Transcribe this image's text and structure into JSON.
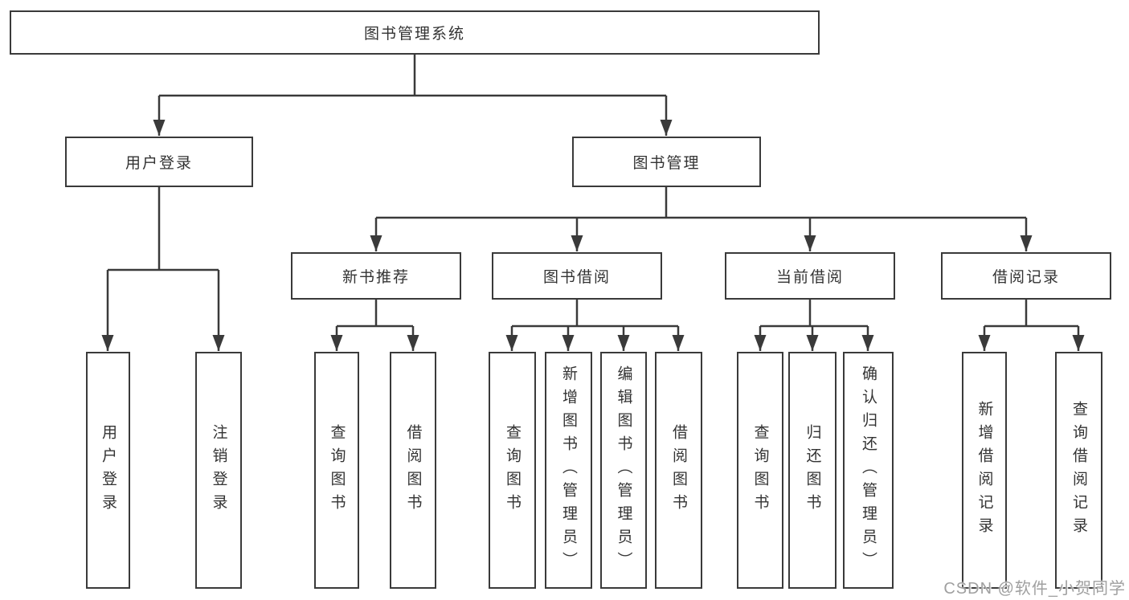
{
  "diagram": {
    "root": "图书管理系统",
    "branches": {
      "user_login": "用户登录",
      "book_mgmt": "图书管理"
    },
    "sections": {
      "new_book_rec": "新书推荐",
      "book_borrow": "图书借阅",
      "current_borrow": "当前借阅",
      "borrow_record": "借阅记录"
    },
    "leaves": {
      "login": "用户登录",
      "logout": "注销登录",
      "rec_query": "查询图书",
      "rec_borrow": "借阅图书",
      "bb_query": "查询图书",
      "bb_add": "新增图书（管理员）",
      "bb_edit": "编辑图书（管理员）",
      "bb_borrow": "借阅图书",
      "cb_query": "查询图书",
      "cb_return": "归还图书",
      "cb_confirm": "确认归还（管理员）",
      "br_add": "新增借阅记录",
      "br_query": "查询借阅记录"
    }
  },
  "watermark": "CSDN @软件_小贺同学",
  "colors": {
    "line": "#3a3a3a",
    "text": "#333333",
    "box_background": "#ffffff",
    "watermark": "#a0a0a0",
    "background": "#ffffff"
  }
}
